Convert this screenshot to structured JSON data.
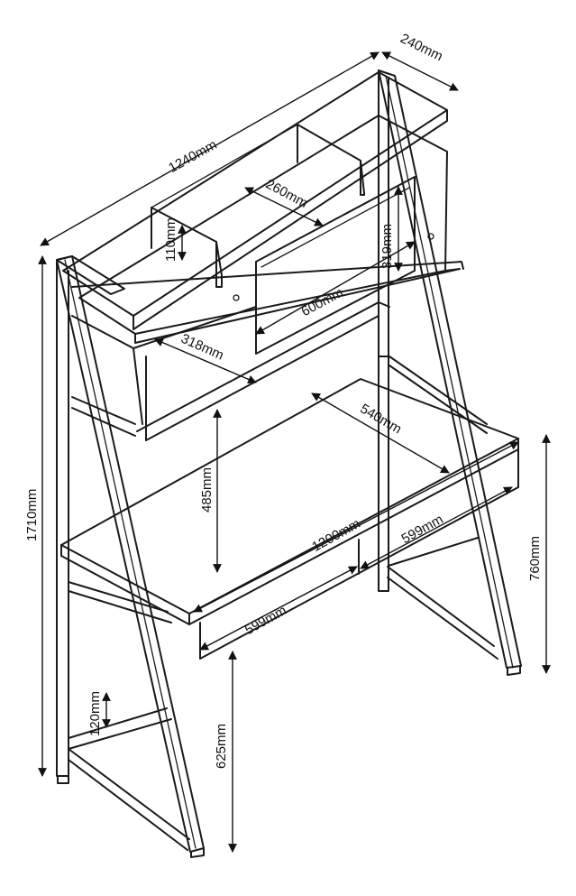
{
  "diagram": {
    "dimensions": {
      "overall_width": "1240mm",
      "overall_depth": "240mm",
      "overall_height": "1710mm",
      "shelf_compartment_width": "260mm",
      "shelf_height": "110mm",
      "upper_cabinet_height": "319mm",
      "upper_cabinet_width": "600mm",
      "lower_shelf_width": "318mm",
      "desk_depth": "540mm",
      "shelf_to_desk_height": "485mm",
      "desk_width": "1200mm",
      "drawer_right_width": "599mm",
      "drawer_left_width": "599mm",
      "desk_height": "760mm",
      "bottom_shelf_height": "120mm",
      "floor_to_desk_height": "625mm"
    },
    "colors": {
      "line": "#1a1a1a",
      "background": "#ffffff"
    }
  }
}
